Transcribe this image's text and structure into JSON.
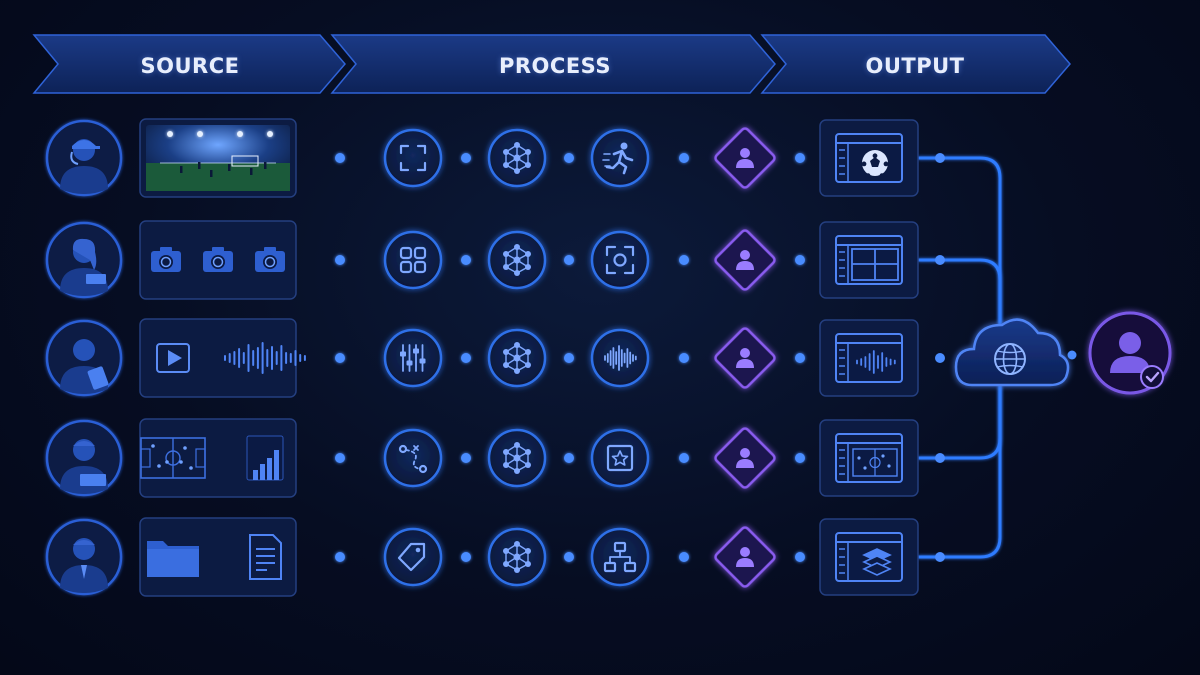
{
  "stages": [
    {
      "label": "SOURCE"
    },
    {
      "label": "PROCESS"
    },
    {
      "label": "OUTPUT"
    }
  ],
  "colors": {
    "background": "#060d22",
    "line": "#2f7bff",
    "node_stroke": "#2f6fe8",
    "decision_stroke": "#8a5cf0",
    "icon": "#7fa8ff"
  },
  "rows": [
    {
      "person": "person-headset-icon",
      "source": [
        "stadium-video-thumbnail"
      ],
      "process": [
        "frame-capture-icon",
        "neural-network-icon",
        "running-player-icon"
      ],
      "decision": "reviewer-icon",
      "output": "soccer-ball-window-icon"
    },
    {
      "person": "person-laptop-icon",
      "source": [
        "camera-icon",
        "camera-icon",
        "camera-icon"
      ],
      "process": [
        "grid-layout-icon",
        "neural-network-icon",
        "focus-target-icon"
      ],
      "decision": "reviewer-icon",
      "output": "multi-view-window-icon"
    },
    {
      "person": "person-tablet-icon",
      "source": [
        "play-button-icon",
        "audio-waveform-icon"
      ],
      "process": [
        "equalizer-sliders-icon",
        "neural-network-icon",
        "audio-waveform-icon"
      ],
      "decision": "reviewer-icon",
      "output": "audio-window-icon"
    },
    {
      "person": "person-analyst-icon",
      "source": [
        "tactics-pitch-icon",
        "bar-chart-icon"
      ],
      "process": [
        "route-path-icon",
        "neural-network-icon",
        "highlight-star-icon"
      ],
      "decision": "reviewer-icon",
      "output": "pitch-window-icon"
    },
    {
      "person": "person-suit-icon",
      "source": [
        "folder-icon",
        "document-icon"
      ],
      "process": [
        "tag-icon",
        "neural-network-icon",
        "hierarchy-icon"
      ],
      "decision": "reviewer-icon",
      "output": "layers-window-icon"
    }
  ],
  "hub": "cloud-globe-icon",
  "endpoint": "verified-user-icon"
}
